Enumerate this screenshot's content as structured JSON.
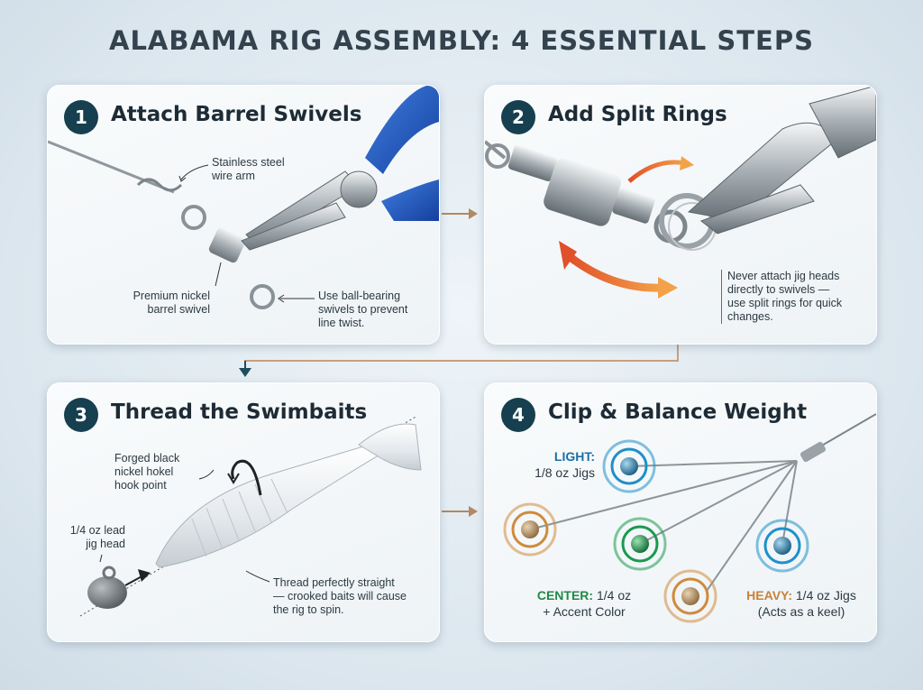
{
  "title": "ALABAMA RIG ASSEMBLY: 4 ESSENTIAL STEPS",
  "steps": [
    {
      "number": "1",
      "title": "Attach Barrel Swivels",
      "notes": {
        "wire": [
          "Stainless steel",
          "wire arm"
        ],
        "swivel": [
          "Premium nickel",
          "barrel swivel"
        ],
        "tip": [
          "Use ball-bearing",
          "swivels to prevent",
          "line twist."
        ]
      }
    },
    {
      "number": "2",
      "title": "Add Split Rings",
      "notes": {
        "tip": [
          "Never attach jig heads",
          "directly to swivels —",
          "use split rings for quick",
          "changes."
        ]
      }
    },
    {
      "number": "3",
      "title": "Thread the Swimbaits",
      "notes": {
        "hook": [
          "Forged black",
          "nickel hokel",
          "hook point"
        ],
        "jig": [
          "1/4 oz lead",
          "jig head"
        ],
        "tip": [
          "Thread perfectly straight",
          "— crooked baits will cause",
          "the rig to spin."
        ]
      }
    },
    {
      "number": "4",
      "title": "Clip & Balance Weight",
      "labels": {
        "light_key": "LIGHT:",
        "light_val": "1/8 oz Jigs",
        "center_key": "CENTER:",
        "center_val": "1/4 oz",
        "center_extra": "+ Accent Color",
        "heavy_key": "HEAVY:",
        "heavy_val": "1/4 oz Jigs",
        "heavy_extra": "(Acts as a keel)"
      }
    }
  ],
  "colors": {
    "light": "#1e90c8",
    "center": "#1a9a4f",
    "heavy": "#d08a3c",
    "accent_text_light": "#1b6fa8",
    "accent_text_center": "#1f8a46",
    "accent_text_heavy": "#c98235",
    "badge": "#163f4f"
  }
}
